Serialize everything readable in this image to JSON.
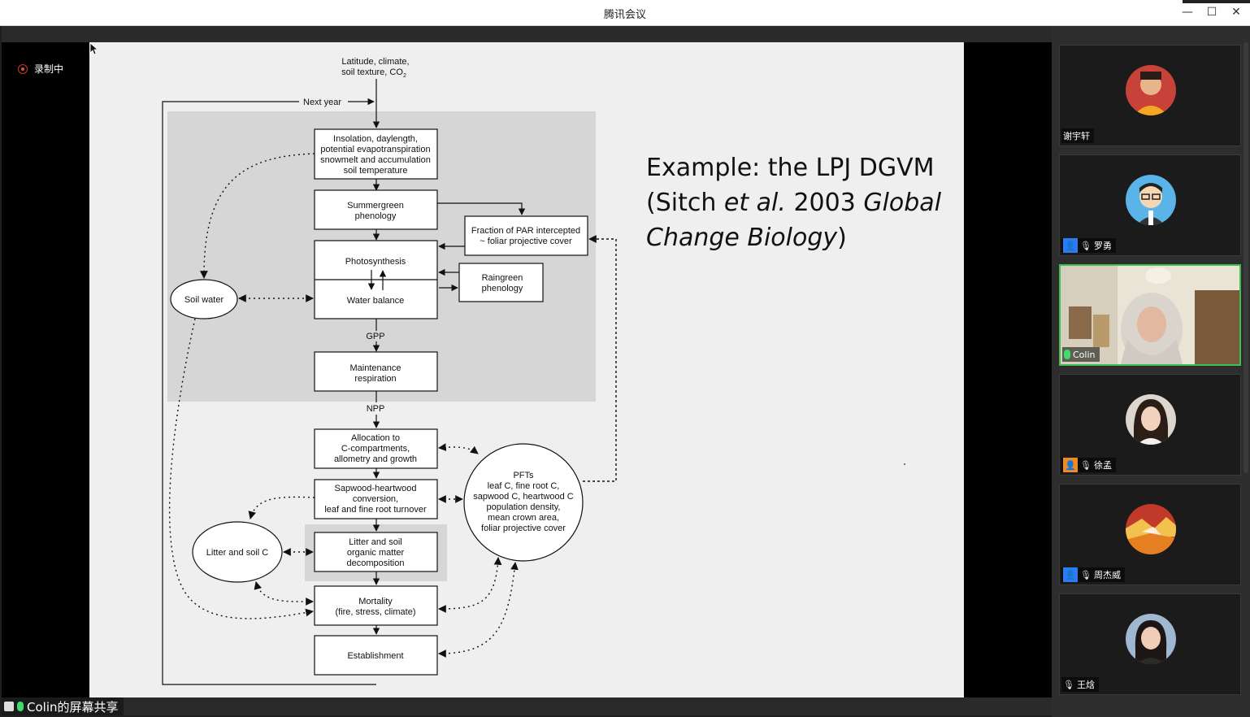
{
  "window": {
    "title": "腾讯会议",
    "minimize": "—",
    "maximize": "☐",
    "close": "✕"
  },
  "recording": {
    "label": "录制中"
  },
  "share_label": "Colin的屏幕共享",
  "slide": {
    "title_line1": "Example: the LPJ DGVM",
    "title_line2a": "(Sitch ",
    "title_line2b": "et al.",
    "title_line2c": " 2003 ",
    "title_line2d": "Global",
    "title_line3a": "Change Biology",
    "title_line3b": ")",
    "diagram": {
      "input_line1": "Latitude, climate,",
      "input_line2": "soil texture, CO",
      "input_sub": "2",
      "next_year": "Next year",
      "box_insolation": [
        "Insolation, daylength,",
        "potential evapotranspiration",
        "snowmelt and accumulation",
        "soil temperature"
      ],
      "box_summergreen": [
        "Summergreen",
        "phenology"
      ],
      "box_fraction": [
        "Fraction of PAR intercepted",
        "~ foliar projective cover"
      ],
      "box_photosynthesis": "Photosynthesis",
      "box_water": "Water balance",
      "box_raingreen": [
        "Raingreen",
        "phenology"
      ],
      "soil_water": "Soil water",
      "gpp": "GPP",
      "box_maintenance": [
        "Maintenance",
        "respiration"
      ],
      "npp": "NPP",
      "box_allocation": [
        "Allocation to",
        "C-compartments,",
        "allometry and growth"
      ],
      "box_sapwood": [
        "Sapwood-heartwood",
        "conversion,",
        "leaf and fine root turnover"
      ],
      "pfts": [
        "PFTs",
        "leaf C, fine root C,",
        "sapwood C, heartwood C",
        "population density,",
        "mean crown area,",
        "foliar projective cover"
      ],
      "litter": "Litter and soil C",
      "box_litter_decomp": [
        "Litter and soil",
        "organic matter",
        "decomposition"
      ],
      "box_mortality": [
        "Mortality",
        "(fire, stress, climate)"
      ],
      "box_establishment": "Establishment"
    }
  },
  "participants": [
    {
      "name": "谢宇轩",
      "icon": "none",
      "muted": false,
      "avatar": "photo-boy"
    },
    {
      "name": "罗勇",
      "icon": "blue-user-icon",
      "muted": true,
      "avatar": "cartoon-glasses"
    },
    {
      "name": "Colin",
      "icon": "mic-on-icon",
      "muted": false,
      "avatar": "video",
      "active": true
    },
    {
      "name": "徐孟",
      "icon": "orange-user-icon",
      "muted": true,
      "avatar": "photo-woman"
    },
    {
      "name": "周杰威",
      "icon": "blue-user-icon",
      "muted": true,
      "avatar": "photo-abstract"
    },
    {
      "name": "王焓",
      "icon": "none",
      "muted": true,
      "avatar": "photo-woman2"
    }
  ],
  "colors": {
    "active_border": "#3fbf4f",
    "user_blue": "#2b7cf5",
    "user_orange": "#f08a24"
  }
}
